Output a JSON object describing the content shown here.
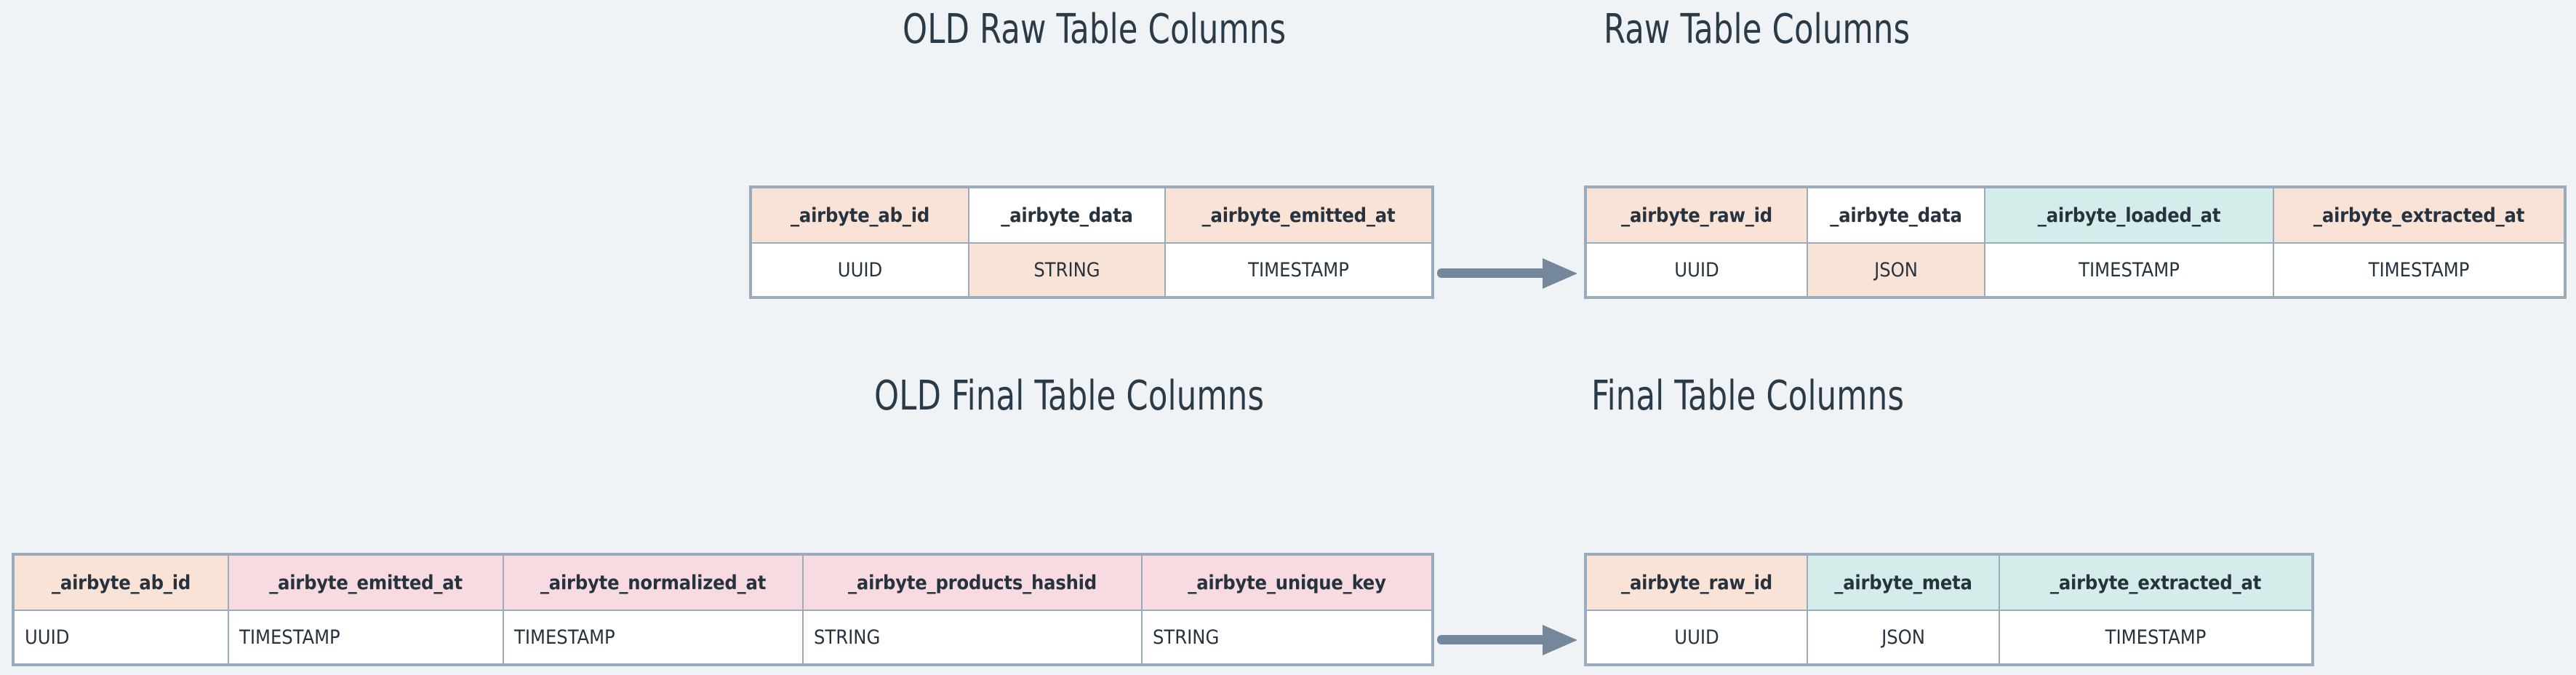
{
  "background_color": "#eff3f6",
  "palette": {
    "peach": "#f9e3d7",
    "mint": "#d4ecea",
    "pink": "#f8dbe0",
    "white": "#ffffff",
    "border": "#9aabbb",
    "text": "#26333f",
    "title": "#2b3a47",
    "arrow": "#75879a"
  },
  "titles": {
    "old_raw": "OLD Raw Table Columns",
    "new_raw": "Raw Table Columns",
    "old_final": "OLD Final Table Columns",
    "new_final": "Final Table Columns"
  },
  "arrows": {
    "raw_label": "transforms-to-arrow",
    "final_label": "transforms-to-arrow"
  },
  "tables": {
    "old_raw": {
      "name": "OLD Raw Table Columns",
      "columns": [
        {
          "name": "_airbyte_ab_id",
          "type": "UUID",
          "header_fill": "peach",
          "cell_fill": "white"
        },
        {
          "name": "_airbyte_data",
          "type": "STRING",
          "header_fill": "white",
          "cell_fill": "peach"
        },
        {
          "name": "_airbyte_emitted_at",
          "type": "TIMESTAMP",
          "header_fill": "peach",
          "cell_fill": "white"
        }
      ]
    },
    "new_raw": {
      "name": "Raw Table Columns",
      "columns": [
        {
          "name": "_airbyte_raw_id",
          "type": "UUID",
          "header_fill": "peach",
          "cell_fill": "white"
        },
        {
          "name": "_airbyte_data",
          "type": "JSON",
          "header_fill": "white",
          "cell_fill": "peach"
        },
        {
          "name": "_airbyte_loaded_at",
          "type": "TIMESTAMP",
          "header_fill": "mint",
          "cell_fill": "white"
        },
        {
          "name": "_airbyte_extracted_at",
          "type": "TIMESTAMP",
          "header_fill": "peach",
          "cell_fill": "white"
        }
      ]
    },
    "old_final": {
      "name": "OLD Final Table Columns",
      "columns": [
        {
          "name": "_airbyte_ab_id",
          "type": "UUID",
          "header_fill": "peach",
          "cell_fill": "white"
        },
        {
          "name": "_airbyte_emitted_at",
          "type": "TIMESTAMP",
          "header_fill": "pink",
          "cell_fill": "white"
        },
        {
          "name": "_airbyte_normalized_at",
          "type": "TIMESTAMP",
          "header_fill": "pink",
          "cell_fill": "white"
        },
        {
          "name": "_airbyte_products_hashid",
          "type": "STRING",
          "header_fill": "pink",
          "cell_fill": "white"
        },
        {
          "name": "_airbyte_unique_key",
          "type": "STRING",
          "header_fill": "pink",
          "cell_fill": "white"
        }
      ]
    },
    "new_final": {
      "name": "Final Table Columns",
      "columns": [
        {
          "name": "_airbyte_raw_id",
          "type": "UUID",
          "header_fill": "peach",
          "cell_fill": "white"
        },
        {
          "name": "_airbyte_meta",
          "type": "JSON",
          "header_fill": "mint",
          "cell_fill": "white"
        },
        {
          "name": "_airbyte_extracted_at",
          "type": "TIMESTAMP",
          "header_fill": "mint",
          "cell_fill": "white"
        }
      ]
    }
  }
}
